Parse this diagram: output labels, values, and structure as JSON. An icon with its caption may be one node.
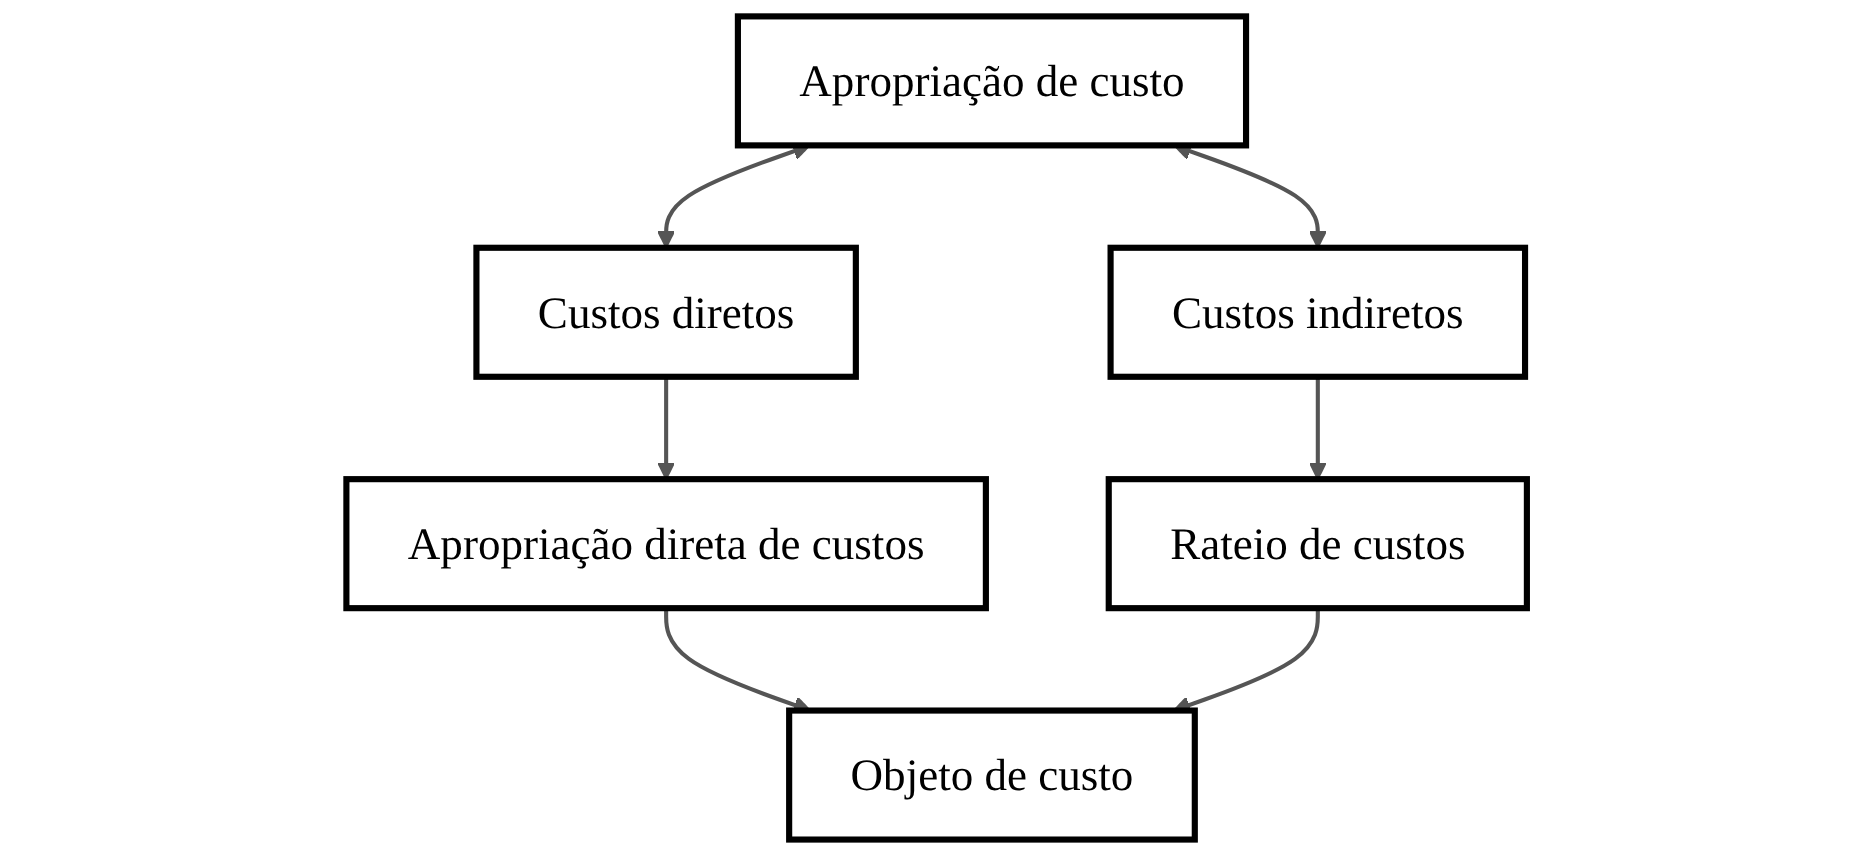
{
  "diagram": {
    "nodes": [
      {
        "text": [
          "Apropriação de custo"
        ]
      },
      {
        "text": [
          "Custos diretos"
        ]
      },
      {
        "text": [
          "Custos indiretos"
        ]
      },
      {
        "text": [
          "Apropriação direta de custos"
        ]
      },
      {
        "text": [
          "Rateio de custos"
        ]
      },
      {
        "text": [
          "Objeto de custo"
        ]
      }
    ],
    "edges": [
      {
        "from": 0,
        "to": 1,
        "arrow": "both"
      },
      {
        "from": 0,
        "to": 2,
        "arrow": "both"
      },
      {
        "from": 1,
        "to": 3,
        "arrow": "to"
      },
      {
        "from": 2,
        "to": 4,
        "arrow": "to"
      },
      {
        "from": 3,
        "to": 5,
        "arrow": "to"
      },
      {
        "from": 4,
        "to": 5,
        "arrow": "to"
      }
    ]
  }
}
